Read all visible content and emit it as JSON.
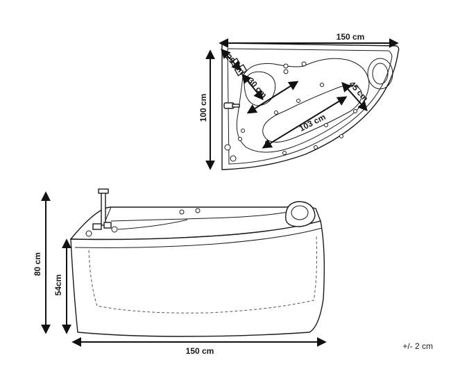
{
  "top_view": {
    "width_label": "150 cm",
    "depth_label": "100 cm",
    "corner_label": "29 cm",
    "seat_label": "30 cm",
    "basin_length_label": "103 cm",
    "basin_width_label": "45 cm"
  },
  "side_view": {
    "total_height_label": "80 cm",
    "apron_height_label": "54cm",
    "length_label": "150 cm"
  },
  "tolerance_label": "+/- 2 cm",
  "colors": {
    "line": "#1a1a1a",
    "background": "#ffffff"
  }
}
